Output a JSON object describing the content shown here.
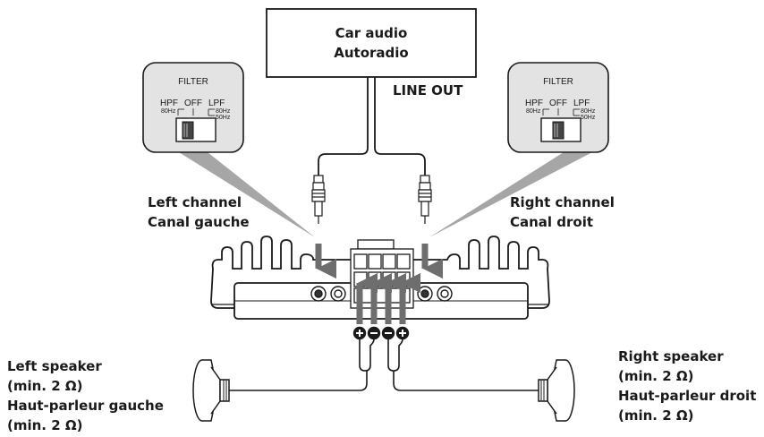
{
  "head_unit": {
    "line1": "Car audio",
    "line2": "Autoradio"
  },
  "line_out": "LINE OUT",
  "filter_left": {
    "title": "FILTER",
    "hpf": "HPF",
    "off": "OFF",
    "lpf": "LPF",
    "hz80_a": "80Hz",
    "hz80_b": "80Hz",
    "hz50": "50Hz"
  },
  "filter_right": {
    "title": "FILTER",
    "hpf": "HPF",
    "off": "OFF",
    "lpf": "LPF",
    "hz80_a": "80Hz",
    "hz80_b": "80Hz",
    "hz50": "50Hz"
  },
  "left_channel": {
    "line1": "Left channel",
    "line2": "Canal gauche"
  },
  "right_channel": {
    "line1": "Right channel",
    "line2": "Canal droit"
  },
  "left_speaker": {
    "line1": "Left speaker",
    "line2": "(min. 2 Ω)",
    "line3": "Haut-parleur gauche",
    "line4": "(min. 2 Ω)"
  },
  "right_speaker": {
    "line1": "Right speaker",
    "line2": "(min. 2 Ω)",
    "line3": "Haut-parleur droit",
    "line4": "(min. 2 Ω)"
  },
  "colors": {
    "line": "#1a1a1a",
    "arrow": "#6e6e6e",
    "callout": "#e3e3e3",
    "callout_pointer": "#a6a6a6"
  },
  "icons": [
    "rca-plug-icon",
    "speaker-icon",
    "plus-terminal-icon",
    "minus-terminal-icon",
    "heatsink-fins-icon"
  ]
}
